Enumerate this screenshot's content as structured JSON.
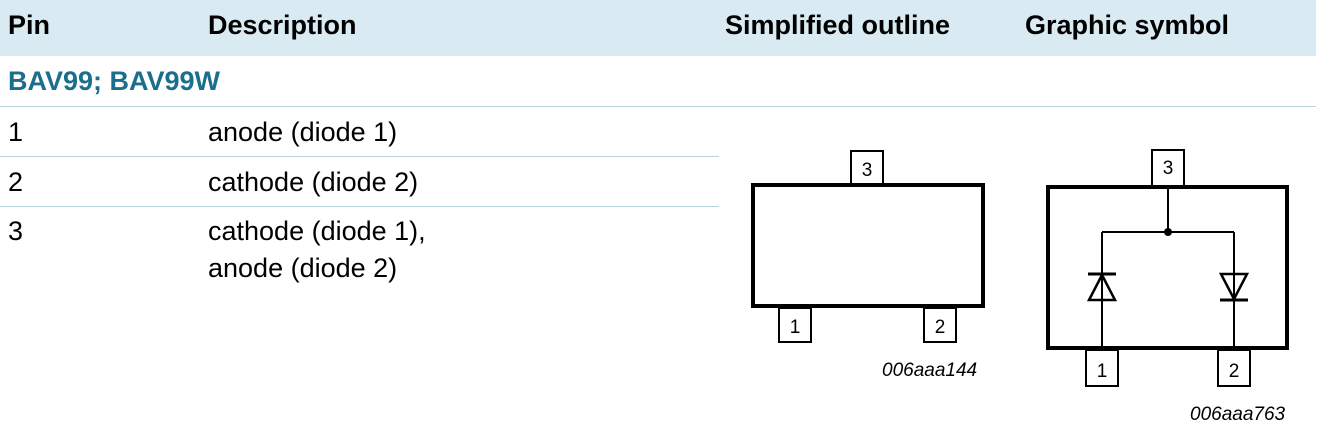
{
  "header": {
    "pin": "Pin",
    "description": "Description",
    "outline": "Simplified outline",
    "symbol": "Graphic symbol"
  },
  "group": {
    "title": "BAV99; BAV99W"
  },
  "rows": [
    {
      "pin": "1",
      "description": "anode (diode 1)"
    },
    {
      "pin": "2",
      "description": "cathode (diode 2)"
    },
    {
      "pin": "3",
      "description_line1": "cathode (diode 1),",
      "description_line2": "anode (diode 2)"
    }
  ],
  "outline": {
    "pin_top": "3",
    "pin_left": "1",
    "pin_right": "2",
    "code": "006aaa144"
  },
  "symbol": {
    "pin_top": "3",
    "pin_left": "1",
    "pin_right": "2",
    "code": "006aaa763"
  }
}
